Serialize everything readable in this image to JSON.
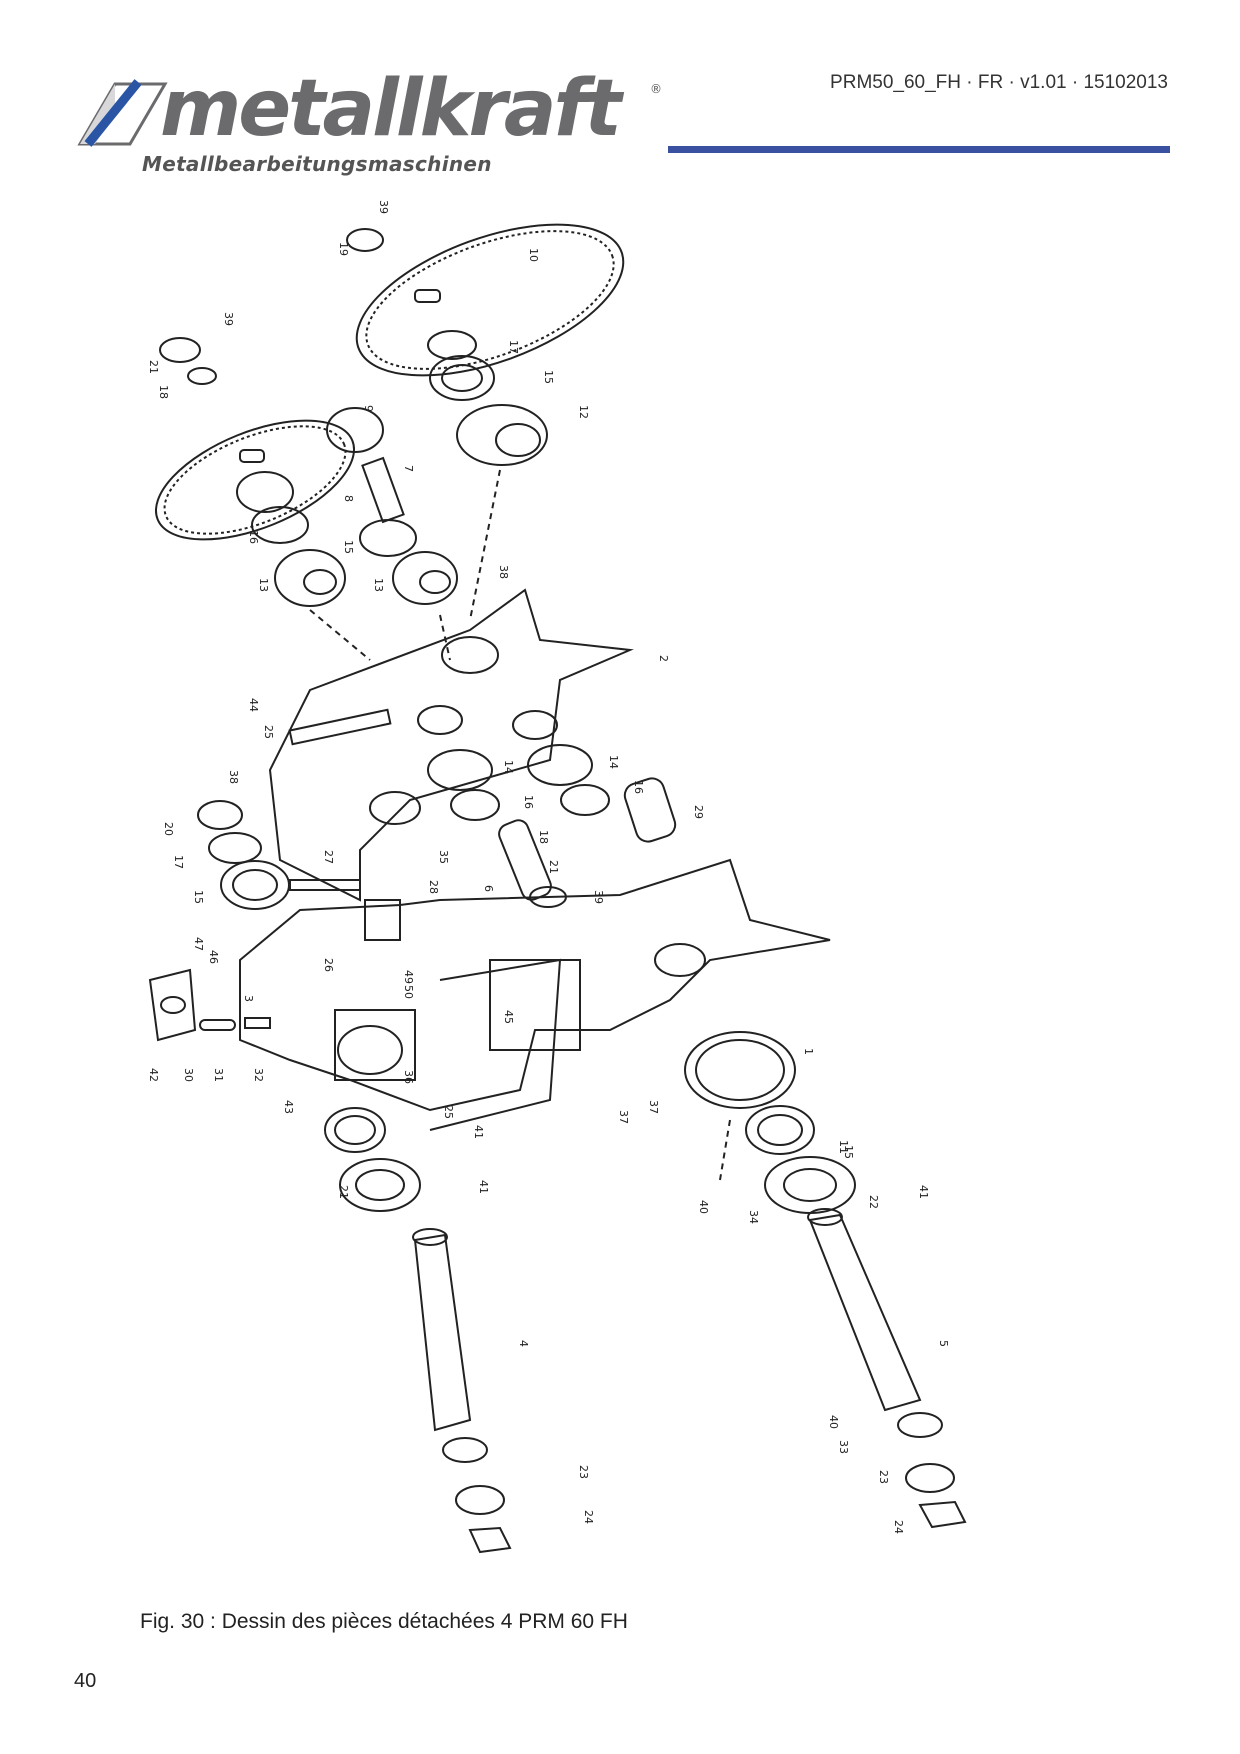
{
  "header": {
    "brand": "metallkraft",
    "brand_reg": "®",
    "brand_subtitle": "Metallbearbeitungsmaschinen",
    "doc_ref": "PRM50_60_FH · FR · v1.01 · 15102013",
    "rule_color": "#3a50a0",
    "logo_color": "#6b6b6e",
    "logo_accent": "#2a55a5"
  },
  "figure": {
    "labels": [
      "39",
      "19",
      "10",
      "39",
      "21",
      "18",
      "17",
      "15",
      "12",
      "9",
      "7",
      "8",
      "16",
      "15",
      "13",
      "13",
      "38",
      "2",
      "44",
      "25",
      "14",
      "14",
      "16",
      "16",
      "38",
      "20",
      "17",
      "29",
      "18",
      "35",
      "27",
      "21",
      "6",
      "39",
      "15",
      "28",
      "47",
      "46",
      "26",
      "49",
      "3",
      "50",
      "45",
      "37",
      "1",
      "42",
      "30",
      "31",
      "32",
      "36",
      "43",
      "25",
      "41",
      "37",
      "11",
      "15",
      "22",
      "41",
      "21",
      "41",
      "40",
      "34",
      "4",
      "5",
      "40",
      "33",
      "23",
      "23",
      "24",
      "24"
    ]
  },
  "caption": "Fig. 30 : Dessin des pièces détachées 4 PRM 60 FH",
  "page_number": "40"
}
